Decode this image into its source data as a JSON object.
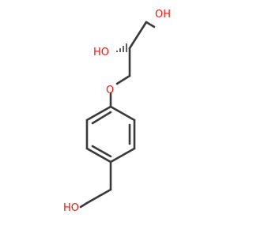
{
  "atoms": {
    "oh_top": "OH",
    "ho_mid": "HO",
    "o_ether": "O",
    "ho_bottom": "HO"
  },
  "colors": {
    "bond": "#3a3a3a",
    "oxygen": "#e8190f",
    "background": "#ffffff"
  }
}
